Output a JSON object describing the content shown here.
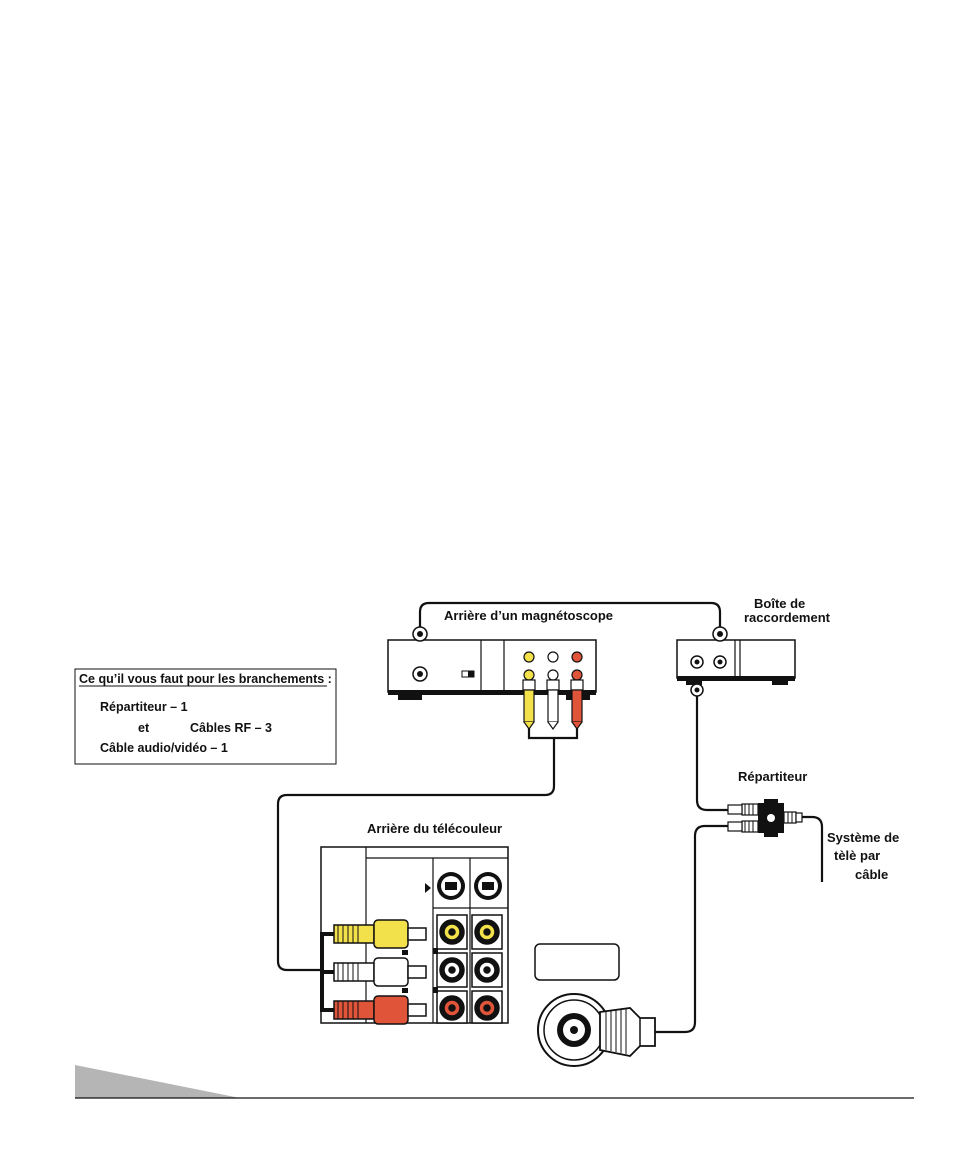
{
  "labels": {
    "vcr_back": "Arrière d’un  magnétoscope",
    "cable_box_line1": "Boîte de",
    "cable_box_line2": "raccordement",
    "splitter": "Répartiteur",
    "cable_system_line1": "Système de",
    "cable_system_line2": "tèlè par",
    "cable_system_line3": "câble",
    "tv_back": "Arrière du télécouleur"
  },
  "requirements": {
    "title": "Ce qu’il vous faut pour les branchements :",
    "item1": "Répartiteur – 1",
    "item2_prefix": "et",
    "item2": "Câbles RF  – 3",
    "item3": "Câble audio/vidéo  – 1"
  },
  "colors": {
    "yellow": "#f2e14a",
    "red": "#e0553a",
    "white": "#ffffff",
    "black": "#111111",
    "footer_gray": "#b5b5b5"
  }
}
